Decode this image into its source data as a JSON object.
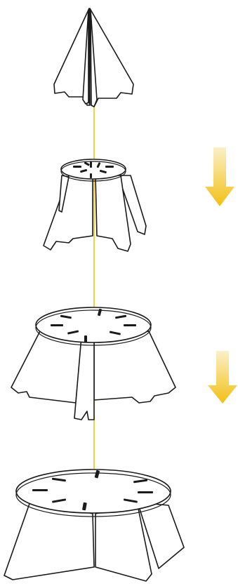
{
  "colors": {
    "background": "#ffffff",
    "line": "#1a1a1a",
    "axis": "#f5c21b",
    "arrow_top": "#fbf0c8",
    "arrow_bottom": "#f2c014"
  },
  "steps": [
    {
      "id": "cone-piece"
    },
    {
      "id": "small-round-top-stand"
    },
    {
      "id": "medium-round-top-stand"
    },
    {
      "id": "large-round-top-table"
    }
  ],
  "arrows": [
    {
      "icon": "down-arrow-icon"
    },
    {
      "icon": "down-arrow-icon"
    }
  ]
}
